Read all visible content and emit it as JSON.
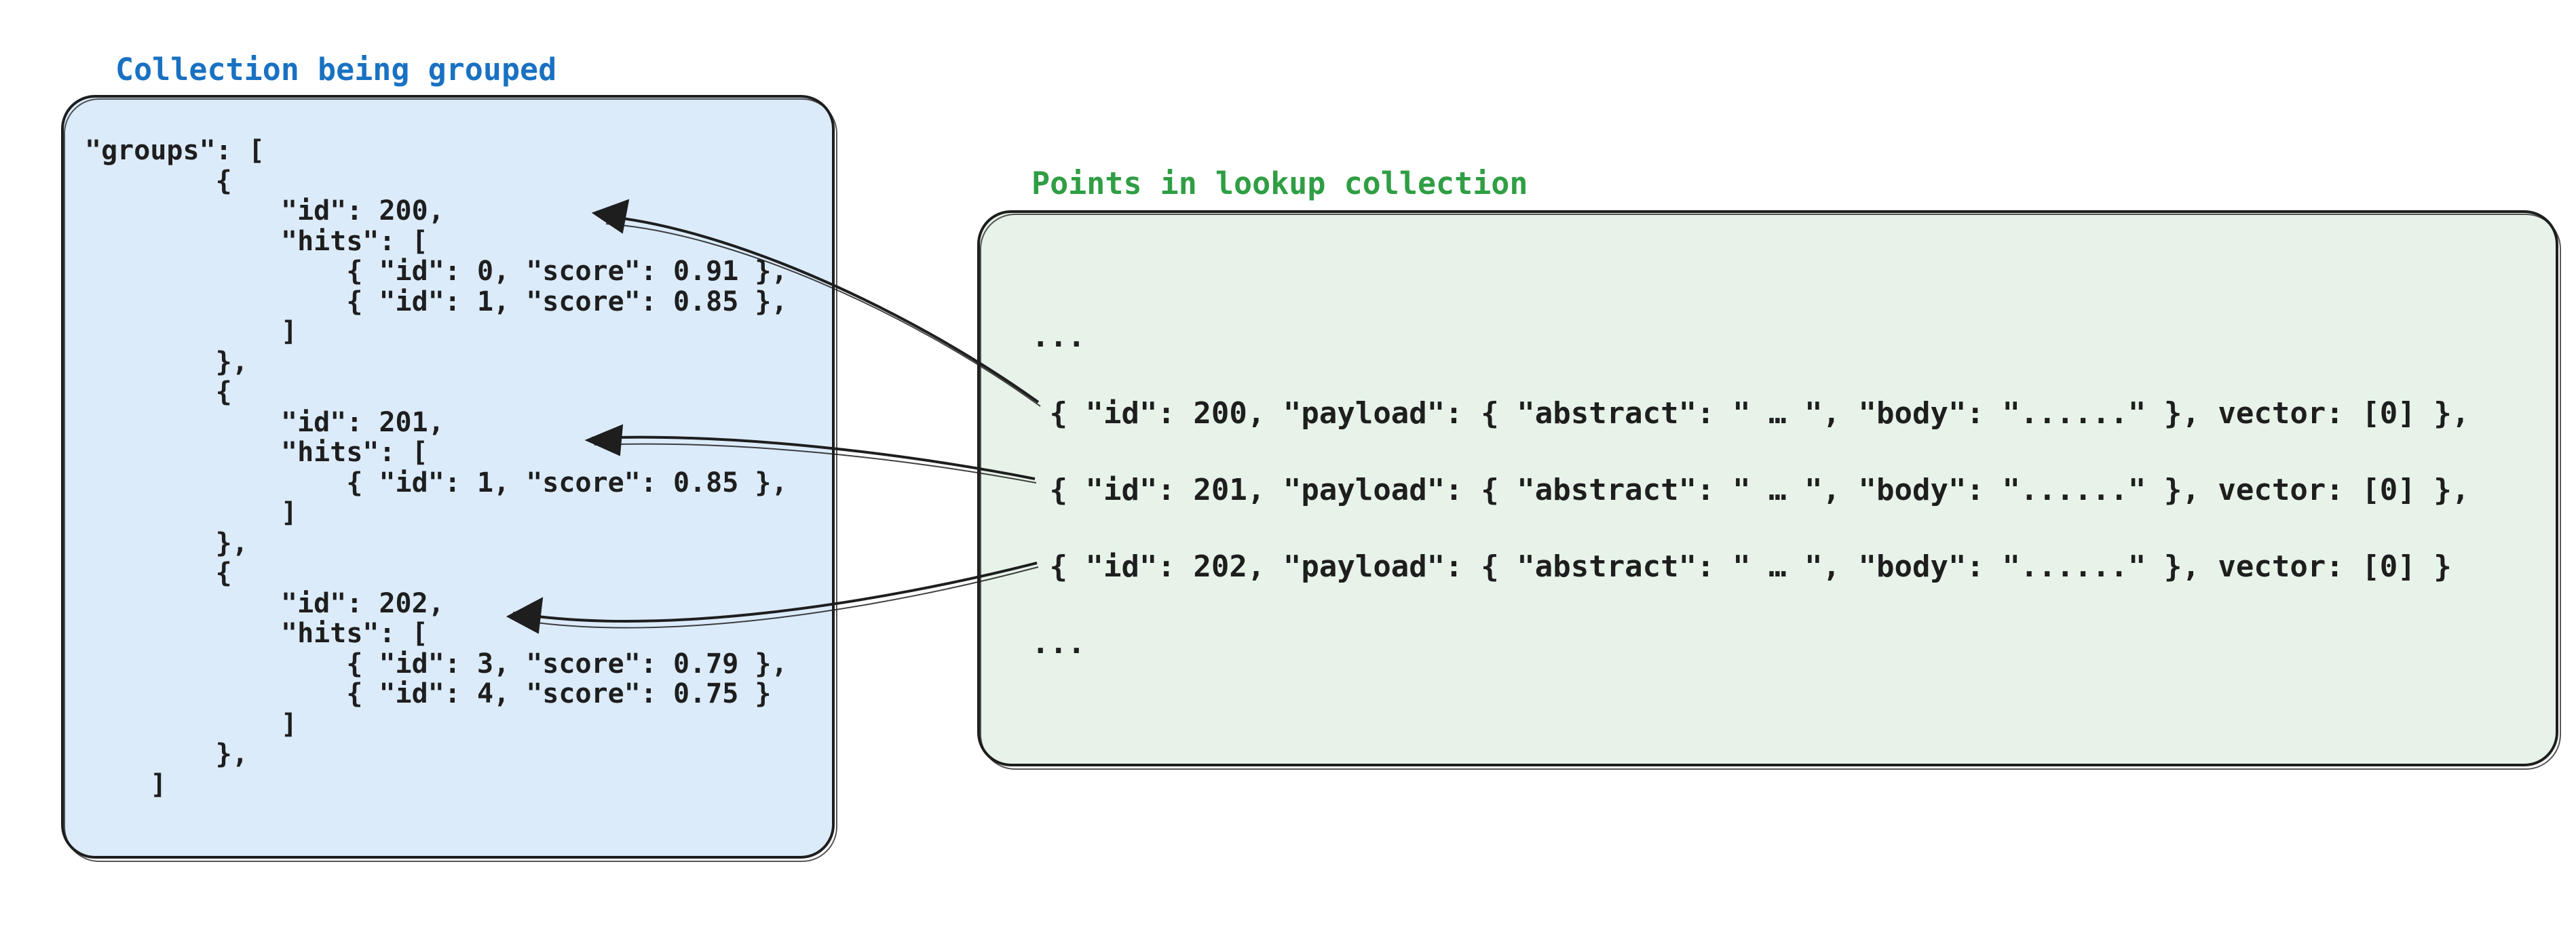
{
  "diagram": {
    "left_panel": {
      "title": "Collection being grouped",
      "code": "\"groups\": [\n        {\n            \"id\": 200,\n            \"hits\": [\n                { \"id\": 0, \"score\": 0.91 },\n                { \"id\": 1, \"score\": 0.85 },\n            ]\n        },\n        {\n            \"id\": 201,\n            \"hits\": [\n                { \"id\": 1, \"score\": 0.85 },\n            ]\n        },\n        {\n            \"id\": 202,\n            \"hits\": [\n                { \"id\": 3, \"score\": 0.79 },\n                { \"id\": 4, \"score\": 0.75 }\n            ]\n        },\n    ]"
    },
    "right_panel": {
      "title": "Points in lookup collection",
      "code": "...\n { \"id\": 200, \"payload\": { \"abstract\": \" … \", \"body\": \"......\" }, vector: [0] },\n { \"id\": 201, \"payload\": { \"abstract\": \" … \", \"body\": \"......\" }, vector: [0] },\n { \"id\": 202, \"payload\": { \"abstract\": \" … \", \"body\": \"......\" }, vector: [0] }\n..."
    },
    "arrows": [
      {
        "from_point_id": "200",
        "to_group_id": "200"
      },
      {
        "from_point_id": "201",
        "to_group_id": "201"
      },
      {
        "from_point_id": "202",
        "to_group_id": "202"
      }
    ],
    "colors": {
      "left_title": "#1971c2",
      "right_title": "#2f9e44",
      "left_fill": "#dcebfa",
      "right_fill": "#e7f3e9",
      "stroke": "#1e1e1e"
    }
  }
}
